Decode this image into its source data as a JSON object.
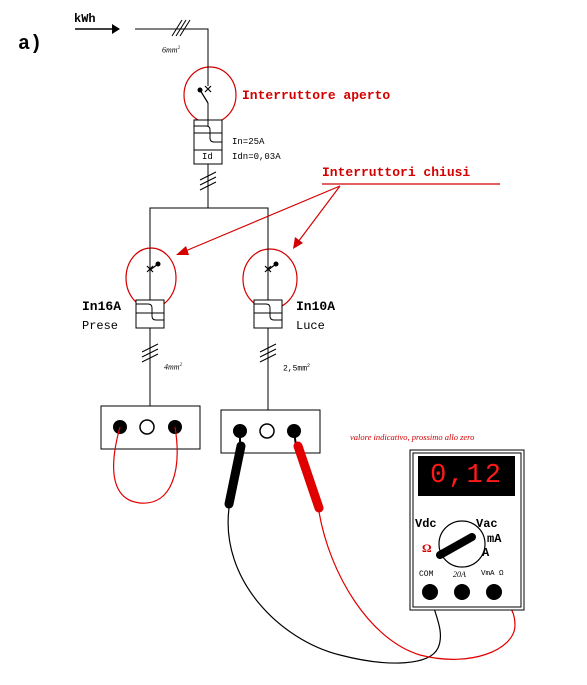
{
  "labels": {
    "part": "a)",
    "kwh": "kWh",
    "main_section": "6mm",
    "main_section_exp": "2",
    "breaker_open": "Interruttore aperto",
    "main_in": "In=25A",
    "main_id_box": "Id",
    "main_idn": "Idn=0,03A",
    "breakers_closed": "Interruttori chiusi",
    "left_rating": "In16A",
    "left_name": "Prese",
    "right_rating": "In10A",
    "right_name": "Luce",
    "left_section": "4mm",
    "left_section_exp": "2",
    "right_section": "2,5mm",
    "right_section_exp": "2",
    "meter_note": "valore indicativo, prossimo allo zero"
  },
  "meter": {
    "display": "0,12",
    "vdc": "Vdc",
    "vac": "Vac",
    "ma": "mA",
    "a": "A",
    "ohm": "Ω",
    "port_com": "COM",
    "port_20a": "20A",
    "port_vmaohm": "VmA Ω"
  },
  "colors": {
    "annotation_red": "#d40000",
    "probe_black": "#000000",
    "probe_red": "#e00000",
    "display_bg": "#000000",
    "display_digits": "#ff1a1a"
  }
}
